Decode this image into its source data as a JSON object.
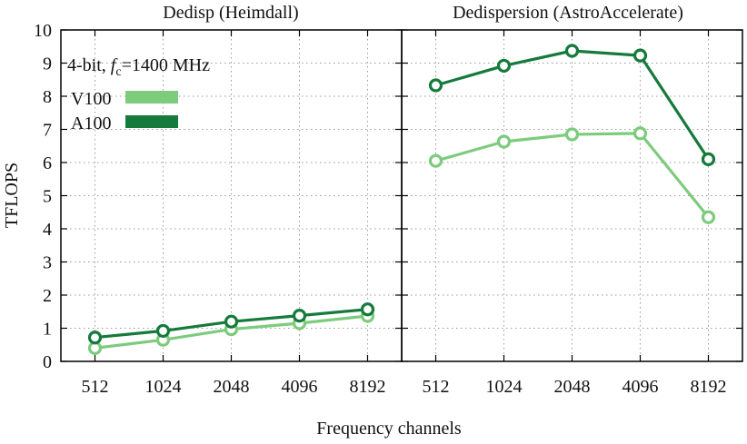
{
  "chart_data": {
    "type": "line",
    "shared": {
      "xlabel": "Frequency channels",
      "ylabel": "TFLOPS",
      "categories": [
        "512",
        "1024",
        "2048",
        "4096",
        "8192"
      ],
      "ylim": [
        0,
        10
      ],
      "yticks": [
        "0",
        "1",
        "2",
        "3",
        "4",
        "5",
        "6",
        "7",
        "8",
        "9",
        "10"
      ],
      "grid": true,
      "annotation": {
        "prefix": "4-bit, ",
        "f": "f",
        "sub": "c",
        "suffix": "=1400 MHz"
      },
      "legend_placement": "top-left",
      "colors": {
        "V100": "#7dcb7d",
        "A100": "#157a3c"
      }
    },
    "panels": [
      {
        "title": "Dedisp (Heimdall)",
        "series": [
          {
            "name": "V100",
            "values": [
              0.4,
              0.65,
              0.97,
              1.15,
              1.37
            ]
          },
          {
            "name": "A100",
            "values": [
              0.72,
              0.92,
              1.2,
              1.38,
              1.57
            ]
          }
        ]
      },
      {
        "title": "Dedispersion (AstroAccelerate)",
        "series": [
          {
            "name": "V100",
            "values": [
              6.05,
              6.63,
              6.85,
              6.88,
              4.35
            ]
          },
          {
            "name": "A100",
            "values": [
              8.33,
              8.92,
              9.37,
              9.23,
              6.1
            ]
          }
        ]
      }
    ]
  }
}
